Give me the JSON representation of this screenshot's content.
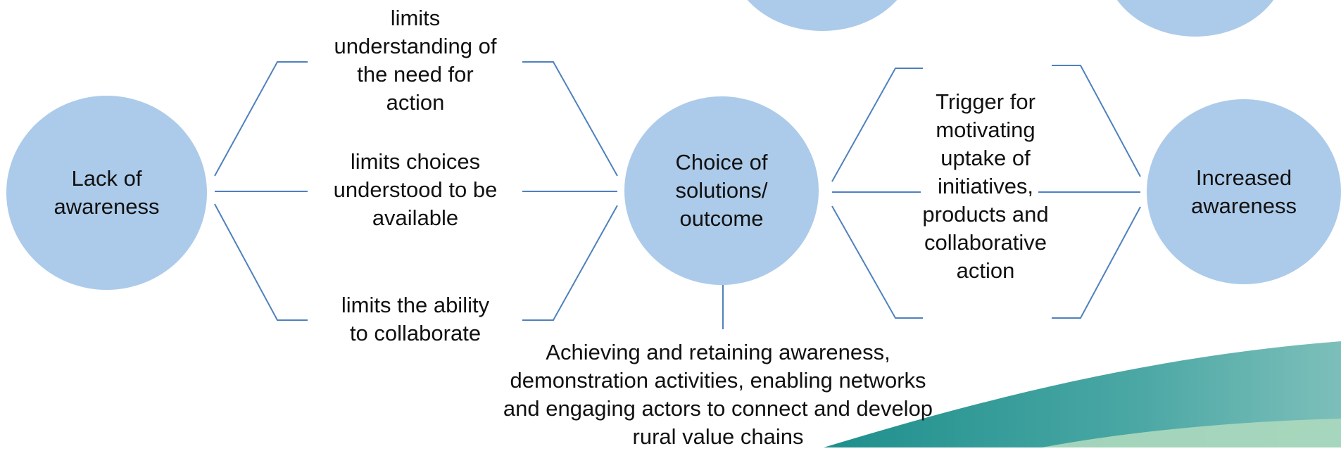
{
  "colors": {
    "node_fill": "#accbea",
    "connector": "#4f81bd",
    "text": "#111111",
    "wave_teal": "#2b9a96",
    "wave_light": "#a9d7bd"
  },
  "nodes": {
    "lack_of_awareness": "Lack of\nawareness",
    "choice_of_solutions": "Choice of\nsolutions/\noutcome",
    "increased_awareness": "Increased\nawareness"
  },
  "left_labels": {
    "understanding": "limits\nunderstanding of\nthe need for\naction",
    "choices": "limits choices\nunderstood to be\navailable",
    "collaborate": "limits the ability\nto collaborate"
  },
  "right_label": "Trigger for\nmotivating\nuptake of\ninitiatives,\nproducts and\ncollaborative\naction",
  "bottom_label": "Achieving and retaining awareness,\ndemonstration activities, enabling networks\nand engaging actors to connect and develop\nrural value chains"
}
